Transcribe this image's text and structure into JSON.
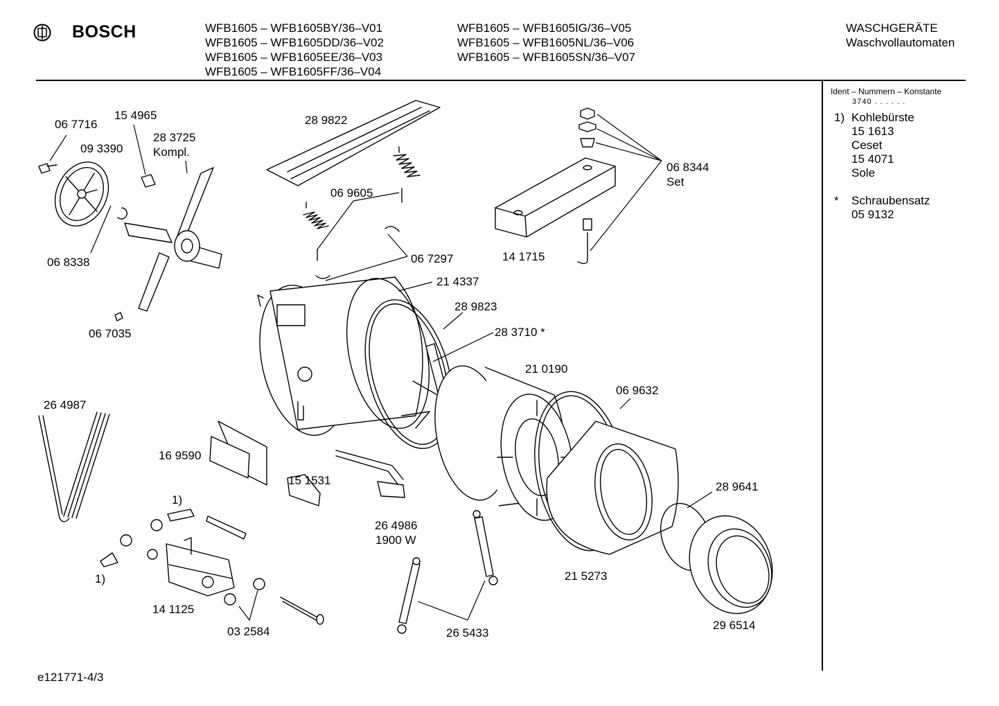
{
  "brand": {
    "name": "BOSCH",
    "logo_icon": "bosch-armature-logo"
  },
  "models": {
    "col1": [
      "WFB1605 – WFB1605BY/36–V01",
      "WFB1605 – WFB1605DD/36–V02",
      "WFB1605 – WFB1605EE/36–V03",
      "WFB1605 – WFB1605FF/36–V04"
    ],
    "col2": [
      "WFB1605 – WFB1605IG/36–V05",
      "WFB1605 – WFB1605NL/36–V06",
      "WFB1605 – WFB1605SN/36–V07"
    ]
  },
  "category": {
    "line1": "WASCHGERÄTE",
    "line2": "Waschvollautomaten"
  },
  "sidebar": {
    "ident_header": "Ident – Nummern – Konstante",
    "ident_value": "3740 . . . . . .",
    "note1_marker": "1)",
    "note1_lines": [
      "Kohlebürste",
      "15 1613",
      "Ceset",
      "15 4071",
      "Sole"
    ],
    "note2_marker": "*",
    "note2_lines": [
      "Schraubensatz",
      "05 9132"
    ]
  },
  "parts": {
    "p067716": "06 7716",
    "p154965": "15 4965",
    "p093390": "09 3390",
    "p283725": "28 3725",
    "p283725b": "Kompl.",
    "p068338": "06 8338",
    "p067035": "06 7035",
    "p289822": "28 9822",
    "p069605": "06 9605",
    "p067297": "06 7297",
    "p214337": "21 4337",
    "p289823": "28 9823",
    "p283710": "28 3710 *",
    "p068344": "06 8344",
    "p068344b": "Set",
    "p141715": "14 1715",
    "p210190": "21 0190",
    "p069632": "06 9632",
    "p264987": "26 4987",
    "p169590": "16 9590",
    "p151531": "15 1531",
    "p264986": "26 4986",
    "p264986b": "1900 W",
    "p289641": "28 9641",
    "p215273": "21 5273",
    "p296514": "29 6514",
    "p265433": "26 5433",
    "p141125": "14 1125",
    "p032584": "03 2584",
    "note1a": "1)",
    "note1b": "1)"
  },
  "footer": {
    "drawing_id": "e121771-4/3"
  }
}
